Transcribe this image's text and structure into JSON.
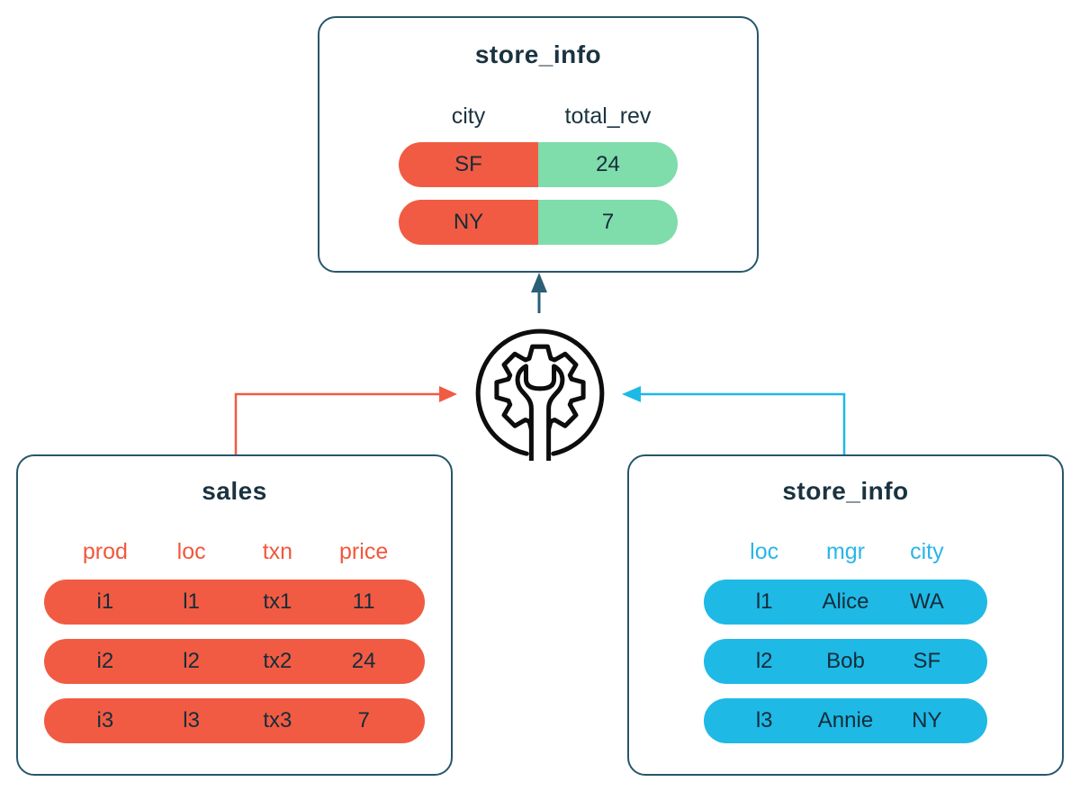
{
  "result_table": {
    "title": "store_info",
    "columns": [
      "city",
      "total_rev"
    ],
    "rows": [
      [
        "SF",
        "24"
      ],
      [
        "NY",
        "7"
      ]
    ]
  },
  "sales_table": {
    "title": "sales",
    "columns": [
      "prod",
      "loc",
      "txn",
      "price"
    ],
    "rows": [
      [
        "i1",
        "l1",
        "tx1",
        "11"
      ],
      [
        "i2",
        "l2",
        "tx2",
        "24"
      ],
      [
        "i3",
        "l3",
        "tx3",
        "7"
      ]
    ]
  },
  "store_table": {
    "title": "store_info",
    "columns": [
      "loc",
      "mgr",
      "city"
    ],
    "rows": [
      [
        "l1",
        "Alice",
        "WA"
      ],
      [
        "l2",
        "Bob",
        "SF"
      ],
      [
        "l3",
        "Annie",
        "NY"
      ]
    ]
  },
  "icons": {
    "center": "gear-wrench-icon",
    "up_arrow": "arrow-up",
    "sales_arrow": "arrow-right",
    "store_arrow": "arrow-left"
  },
  "colors": {
    "red": "#f15b43",
    "green": "#7fdcab",
    "cyan": "#1fb9e6",
    "cyan_header": "#29b6e8",
    "red_header": "#f2573d",
    "box_border": "#27566b",
    "dark_text": "#1b3340",
    "arrow_dark": "#2b5f75",
    "icon_stroke": "#0d0d0d"
  }
}
